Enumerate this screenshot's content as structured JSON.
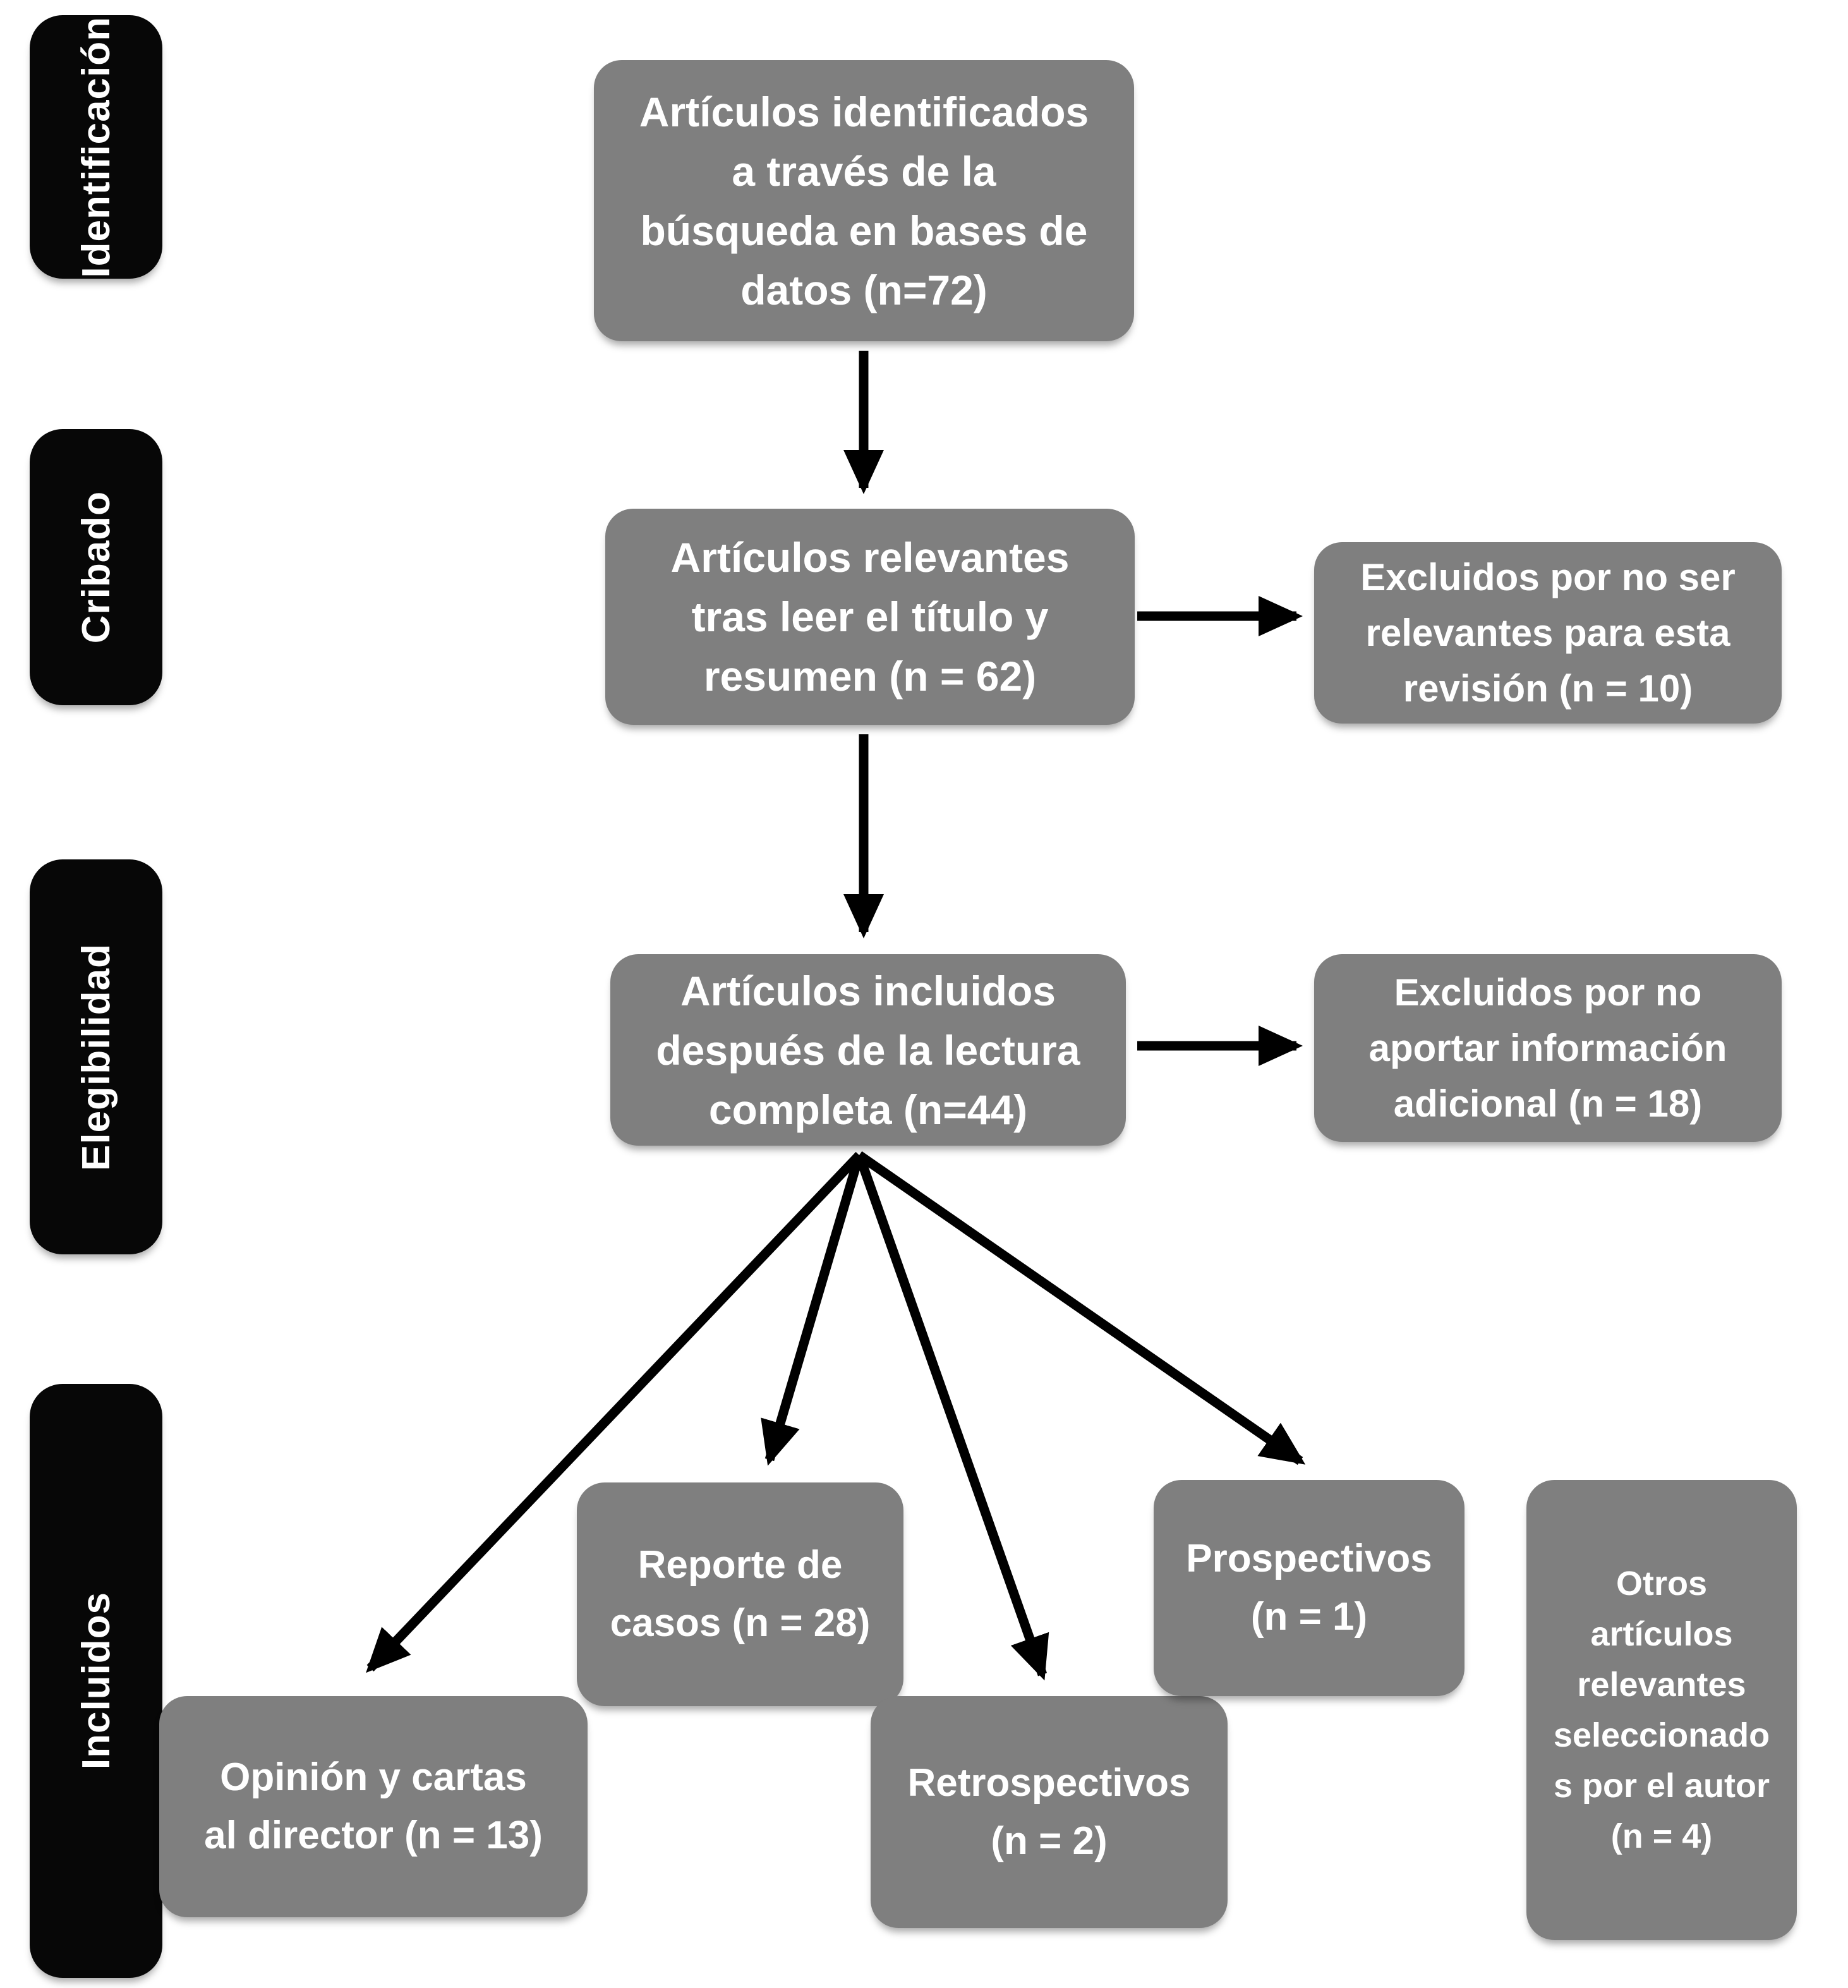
{
  "colors": {
    "box_gray": "#7f7f7f",
    "stage_black": "#070707",
    "arrow_black": "#000000",
    "text_white": "#ffffff",
    "background": "#ffffff"
  },
  "stages": [
    {
      "label": "Identificación"
    },
    {
      "label": "Cribado"
    },
    {
      "label": "Elegibilidad"
    },
    {
      "label": "Incluidos"
    }
  ],
  "boxes": {
    "identified": {
      "text": "Artículos identificados\na través de la\nbúsqueda en bases de\ndatos (n=72)",
      "n": 72
    },
    "screened": {
      "text": "Artículos relevantes\ntras leer el título y\nresumen (n = 62)",
      "n": 62
    },
    "excluded_screening": {
      "text": "Excluidos por no ser\nrelevantes para esta\nrevisión (n = 10)",
      "n": 10
    },
    "full_text_included": {
      "text": "Artículos incluidos\ndespués de la lectura\ncompleta (n=44)",
      "n": 44
    },
    "excluded_eligibility": {
      "text": "Excluidos por no\naportar información\nadicional (n = 18)",
      "n": 18
    },
    "opinion_letters": {
      "text": "Opinión y cartas\nal director (n = 13)",
      "n": 13
    },
    "case_reports": {
      "text": "Reporte de\ncasos (n = 28)",
      "n": 28
    },
    "retrospective": {
      "text": "Retrospectivos\n(n = 2)",
      "n": 2
    },
    "prospective": {
      "text": "Prospectivos\n(n = 1)",
      "n": 1
    },
    "other_author_selected": {
      "text": "Otros\nartículos\nrelevantes\nseleccionado\ns por el autor\n(n = 4)",
      "n": 4
    }
  }
}
